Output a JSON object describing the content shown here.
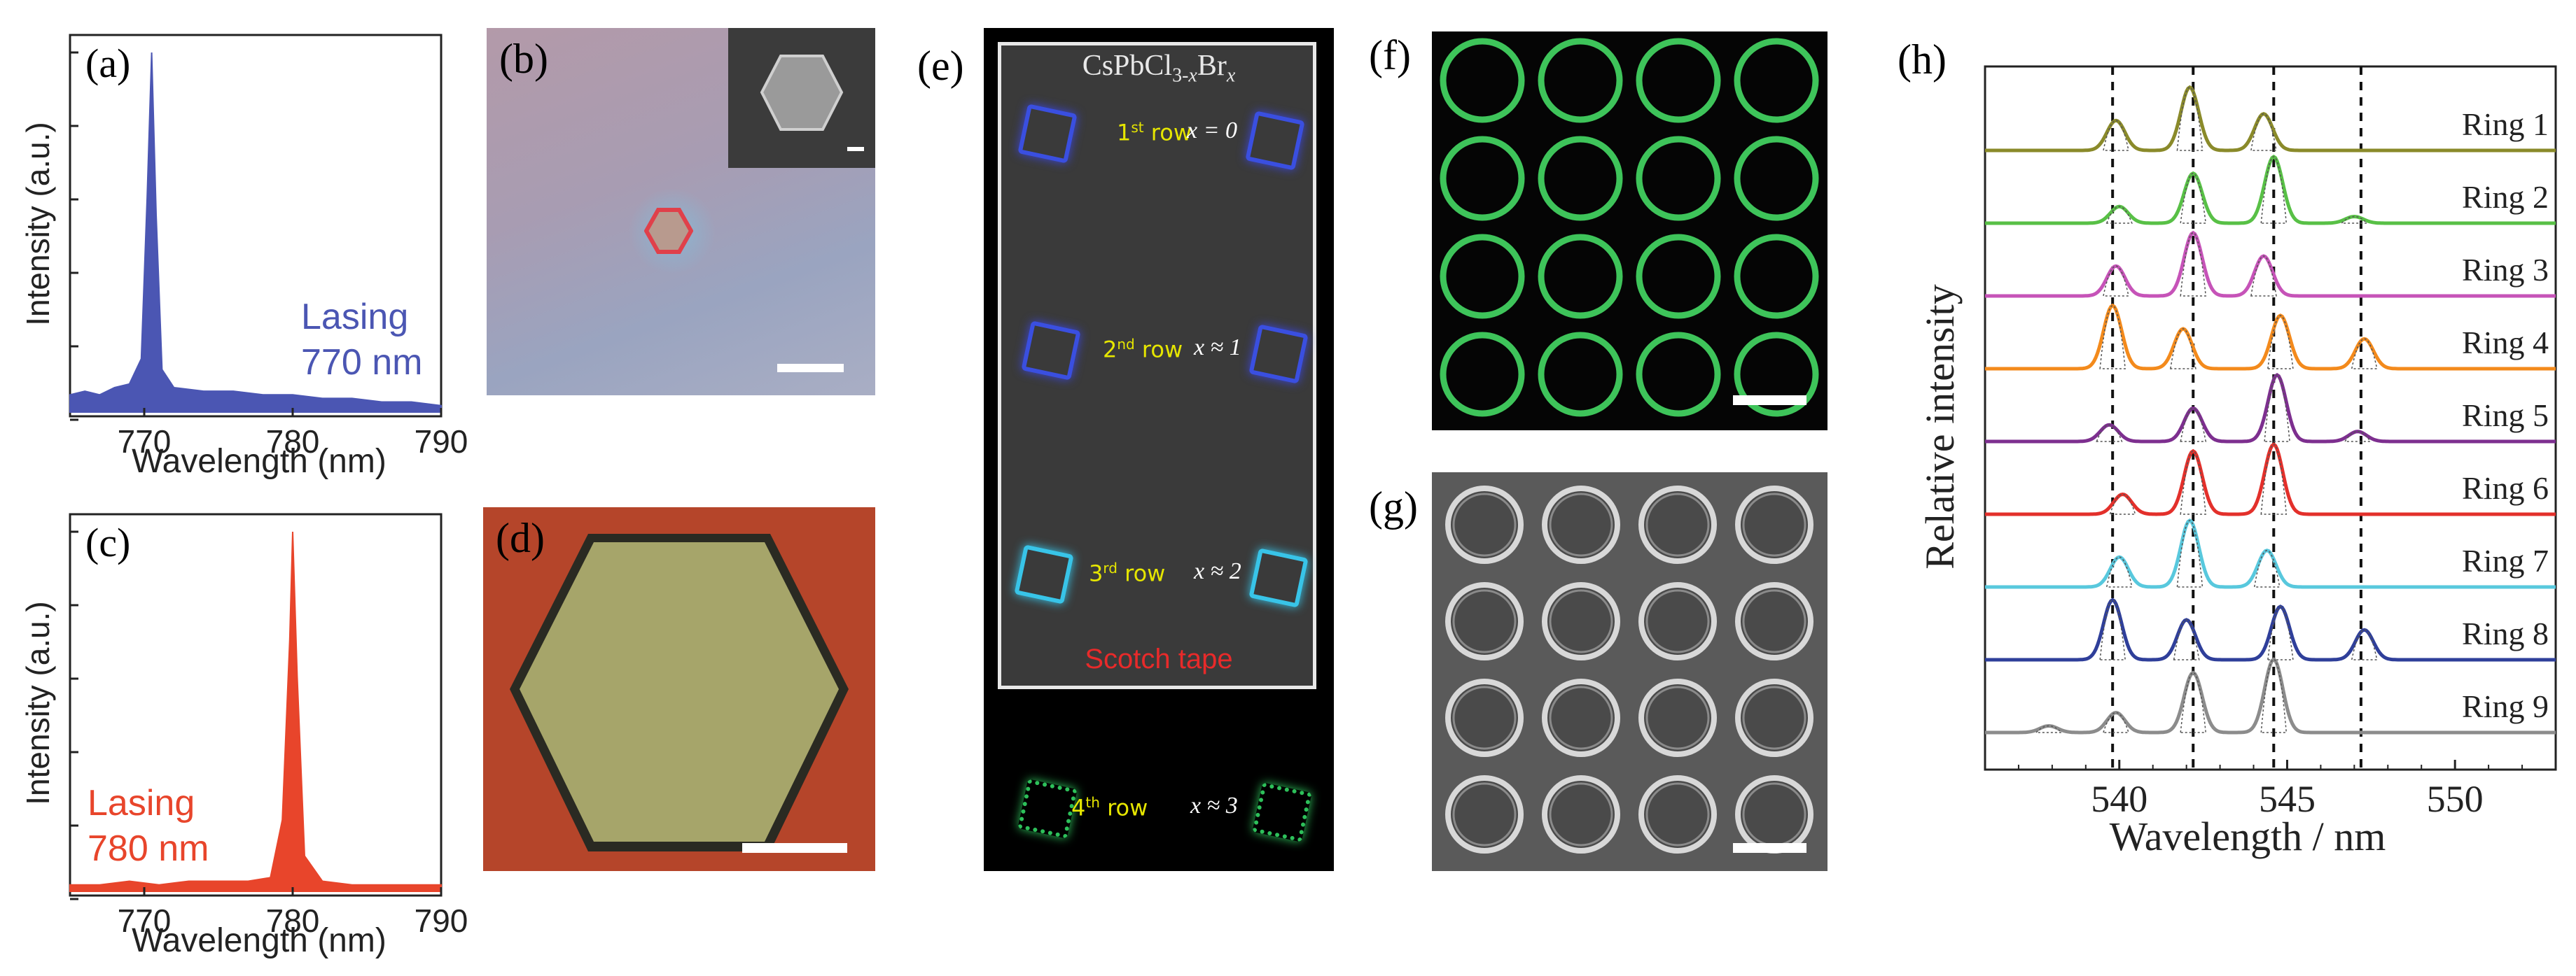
{
  "panel_labels": {
    "a": "(a)",
    "b": "(b)",
    "c": "(c)",
    "d": "(d)",
    "e": "(e)",
    "f": "(f)",
    "g": "(g)",
    "h": "(h)"
  },
  "chart_data": [
    {
      "type": "line",
      "panel": "(a)",
      "ylabel": "Intensity (a.u.)",
      "xlabel": "Wavelength (nm)",
      "xlim": [
        765,
        790
      ],
      "xticks": [
        "770",
        "780",
        "790"
      ],
      "annotation": [
        "Lasing",
        "770 nm"
      ],
      "color": "#4b56b3",
      "peak": {
        "x": 770.5,
        "y": 1.0
      },
      "x": [
        765,
        766,
        767,
        768,
        769,
        769.8,
        770.2,
        770.5,
        770.8,
        771.2,
        772,
        774,
        776,
        778,
        780,
        782,
        784,
        786,
        788,
        790
      ],
      "y": [
        0.05,
        0.06,
        0.05,
        0.07,
        0.08,
        0.15,
        0.6,
        1.0,
        0.55,
        0.12,
        0.07,
        0.06,
        0.06,
        0.05,
        0.05,
        0.04,
        0.04,
        0.03,
        0.03,
        0.02
      ]
    },
    {
      "type": "line",
      "panel": "(c)",
      "ylabel": "Intensity (a.u.)",
      "xlabel": "Wavelength (nm)",
      "xlim": [
        765,
        790
      ],
      "xticks": [
        "770",
        "780",
        "790"
      ],
      "annotation": [
        "Lasing",
        "780 nm"
      ],
      "color": "#e8452b",
      "peak": {
        "x": 780,
        "y": 1.0
      },
      "x": [
        765,
        767,
        769,
        771,
        773,
        775,
        777,
        778.5,
        779.3,
        779.8,
        780,
        780.3,
        780.8,
        782,
        784,
        786,
        788,
        790
      ],
      "y": [
        0.02,
        0.02,
        0.03,
        0.02,
        0.03,
        0.03,
        0.03,
        0.04,
        0.2,
        0.7,
        1.0,
        0.6,
        0.1,
        0.03,
        0.02,
        0.02,
        0.02,
        0.02
      ]
    },
    {
      "type": "line",
      "panel": "(h)",
      "ylabel": "Relative intensity",
      "xlabel": "Wavelength / nm",
      "xlim": [
        536,
        553
      ],
      "xticks": [
        "540",
        "545",
        "550"
      ],
      "dashed_lines": [
        539.8,
        542.2,
        544.6,
        547.2
      ],
      "series": [
        {
          "name": "Ring 1",
          "color": "#8a8a2a",
          "peaks": [
            [
              539.9,
              0.45
            ],
            [
              542.1,
              0.95
            ],
            [
              544.3,
              0.55
            ]
          ]
        },
        {
          "name": "Ring 2",
          "color": "#58c046",
          "peaks": [
            [
              540,
              0.25
            ],
            [
              542.2,
              0.75
            ],
            [
              544.6,
              1.0
            ],
            [
              547,
              0.1
            ]
          ]
        },
        {
          "name": "Ring 3",
          "color": "#c653b8",
          "peaks": [
            [
              539.9,
              0.45
            ],
            [
              542.2,
              0.95
            ],
            [
              544.3,
              0.6
            ]
          ]
        },
        {
          "name": "Ring 4",
          "color": "#f38a1c",
          "peaks": [
            [
              539.8,
              0.95
            ],
            [
              541.9,
              0.6
            ],
            [
              544.8,
              0.8
            ],
            [
              547.3,
              0.45
            ]
          ]
        },
        {
          "name": "Ring 5",
          "color": "#7d2f8f",
          "peaks": [
            [
              539.7,
              0.25
            ],
            [
              542.2,
              0.5
            ],
            [
              544.7,
              1.0
            ],
            [
              547.1,
              0.15
            ]
          ]
        },
        {
          "name": "Ring 6",
          "color": "#e3302b",
          "peaks": [
            [
              540.1,
              0.3
            ],
            [
              542.2,
              0.95
            ],
            [
              544.6,
              1.05
            ]
          ]
        },
        {
          "name": "Ring 7",
          "color": "#58c8dd",
          "peaks": [
            [
              540,
              0.45
            ],
            [
              542.1,
              1.0
            ],
            [
              544.4,
              0.55
            ]
          ]
        },
        {
          "name": "Ring 8",
          "color": "#2f3f9a",
          "peaks": [
            [
              539.8,
              0.9
            ],
            [
              542,
              0.6
            ],
            [
              544.8,
              0.8
            ],
            [
              547.3,
              0.45
            ]
          ]
        },
        {
          "name": "Ring 9",
          "color": "#8c8c8c",
          "peaks": [
            [
              537.9,
              0.1
            ],
            [
              539.9,
              0.3
            ],
            [
              542.2,
              0.9
            ],
            [
              544.6,
              1.1
            ]
          ]
        }
      ]
    }
  ],
  "panel_e": {
    "title_main": "CsPbCl",
    "title_sub1": "3-",
    "title_x1": "x",
    "title_mid": "Br",
    "title_x2": "x",
    "rows": [
      {
        "label": "1",
        "sup": "st",
        "word": " row",
        "xval": "x = 0"
      },
      {
        "label": "2",
        "sup": "nd",
        "word": " row",
        "xval": "x ≈ 1"
      },
      {
        "label": "3",
        "sup": "rd",
        "word": " row",
        "xval": "x ≈ 2"
      },
      {
        "label": "4",
        "sup": "th",
        "word": " row",
        "xval": "x ≈ 3"
      }
    ],
    "tape_label": "Scotch tape"
  }
}
